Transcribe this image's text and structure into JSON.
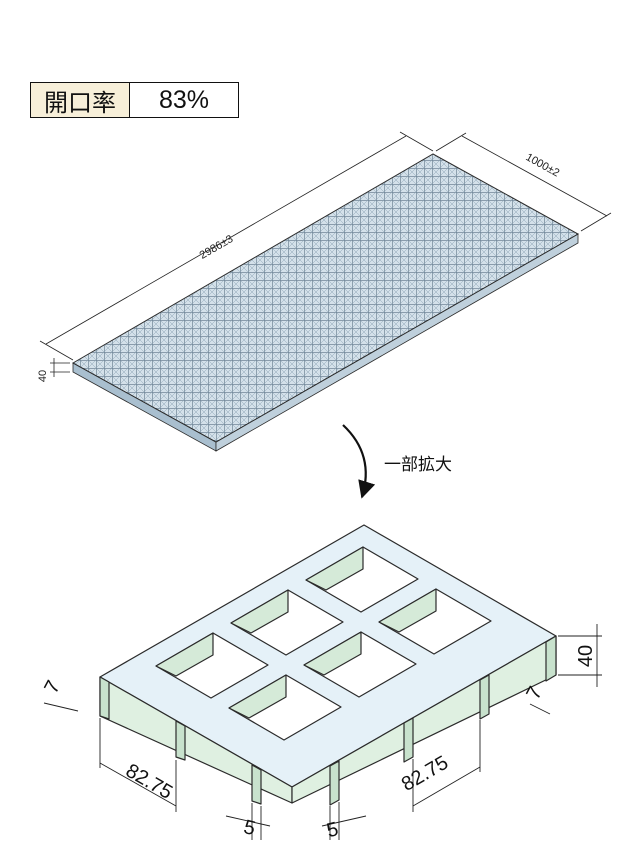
{
  "opening_ratio": {
    "label": "開口率",
    "value": "83%"
  },
  "top_view": {
    "length_dim": "2986±3",
    "width_dim": "1000±2",
    "height_dim": "40"
  },
  "zoom_label": "一部拡大",
  "detail": {
    "height_dim": "40",
    "left_thickness": "7",
    "right_thickness": "7",
    "pitch_left": "82.75",
    "pitch_right": "82.75",
    "bar_left": "5",
    "bar_right": "5"
  },
  "colors": {
    "grating_top": "#d4e1ea",
    "grating_side": "#a9bfcf",
    "detail_wall": "#dff0e1",
    "detail_top": "#e5f1f8",
    "stroke": "#2b2b2b"
  }
}
